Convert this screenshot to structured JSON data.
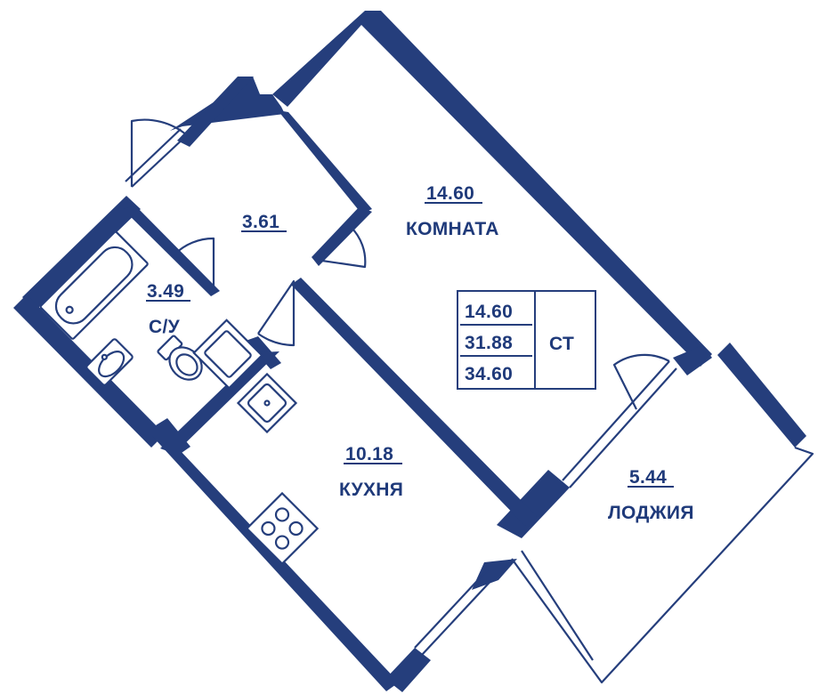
{
  "rooms": {
    "hall": {
      "area": "3.61"
    },
    "room": {
      "area": "14.60",
      "name": "КОМНАТА"
    },
    "bath": {
      "area": "3.49",
      "name": "С/У"
    },
    "kitchen": {
      "area": "10.18",
      "name": "КУХНЯ"
    },
    "loggia": {
      "area": "5.44",
      "name": "ЛОДЖИЯ"
    }
  },
  "summary": {
    "living": "14.60",
    "total": "31.88",
    "total_with_loggia": "34.60",
    "type": "СТ"
  },
  "colors": {
    "wall": "#253e7c",
    "text": "#1f3a7a",
    "background": "#ffffff"
  }
}
